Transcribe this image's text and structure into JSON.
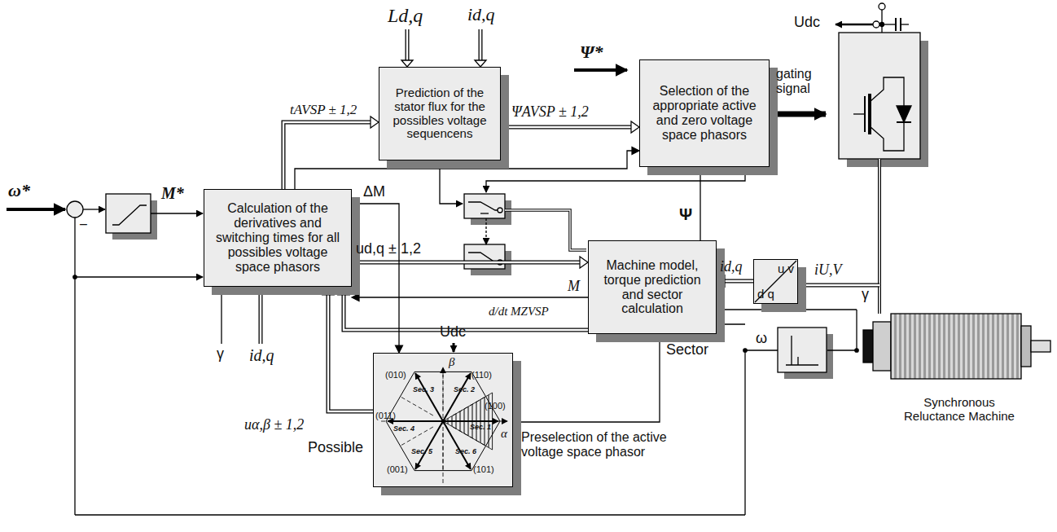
{
  "diagram": {
    "nodes": [
      {
        "text": [
          "Prediction of the stator flux for the possibles voltage sequencens"
        ]
      },
      {
        "text": [
          "Selection of the appropriate active and zero voltage space phasors"
        ]
      },
      {
        "text": [
          "Calculation of the derivatives and switching times for all possibles voltage space phasors"
        ]
      },
      {
        "text": [
          "Machine model, torque prediction and sector calculation"
        ]
      },
      {
        "text": [
          "u v",
          "d q"
        ]
      },
      {
        "text": [
          "(010)",
          "(110)",
          "(011)",
          "(100)",
          "(001)",
          "(101)",
          "Sec. 1",
          "Sec. 2",
          "Sec. 3",
          "Sec. 4",
          "Sec. 5",
          "Sec. 6",
          "β",
          "α"
        ]
      }
    ],
    "edges": [
      {
        "from": 2,
        "to": 0,
        "arrow": "to",
        "label": "tAVSP ± 1,2"
      },
      {
        "from": 0,
        "to": 1,
        "arrow": "to",
        "label": "ΨAVSP ± 1,2"
      },
      {
        "from": 2,
        "to": 1,
        "arrow": "to"
      },
      {
        "from": 2,
        "to": 3,
        "arrow": "to",
        "label": "ud,q ± 1,2"
      },
      {
        "from": 3,
        "to": 2,
        "arrow": "to",
        "label": "M"
      },
      {
        "from": 3,
        "to": 2,
        "arrow": "to",
        "label": "d/dt MZVSP"
      },
      {
        "from": 3,
        "to": 1,
        "arrow": "to",
        "label": "Ψ"
      },
      {
        "from": 4,
        "to": 3,
        "arrow": "to",
        "label": "id,q"
      },
      {
        "from": 3,
        "to": 5,
        "arrow": "to",
        "label": "Sector"
      },
      {
        "from": 2,
        "to": 5,
        "arrow": "to",
        "label": "ΔM"
      },
      {
        "from": 5,
        "to": 2,
        "arrow": "to",
        "label": "uα,β ± 1,2"
      }
    ],
    "labels": [
      "Ψ*",
      "Udc",
      "gating signal",
      "ω*",
      "M*",
      "Ld,q",
      "id,q",
      "–",
      "γ",
      "id,q",
      "Udc",
      "Possible",
      "Preselection of the active voltage space phasor",
      "iU,V",
      "γ",
      "ω",
      "Synchronous Reluctance Machine"
    ]
  }
}
